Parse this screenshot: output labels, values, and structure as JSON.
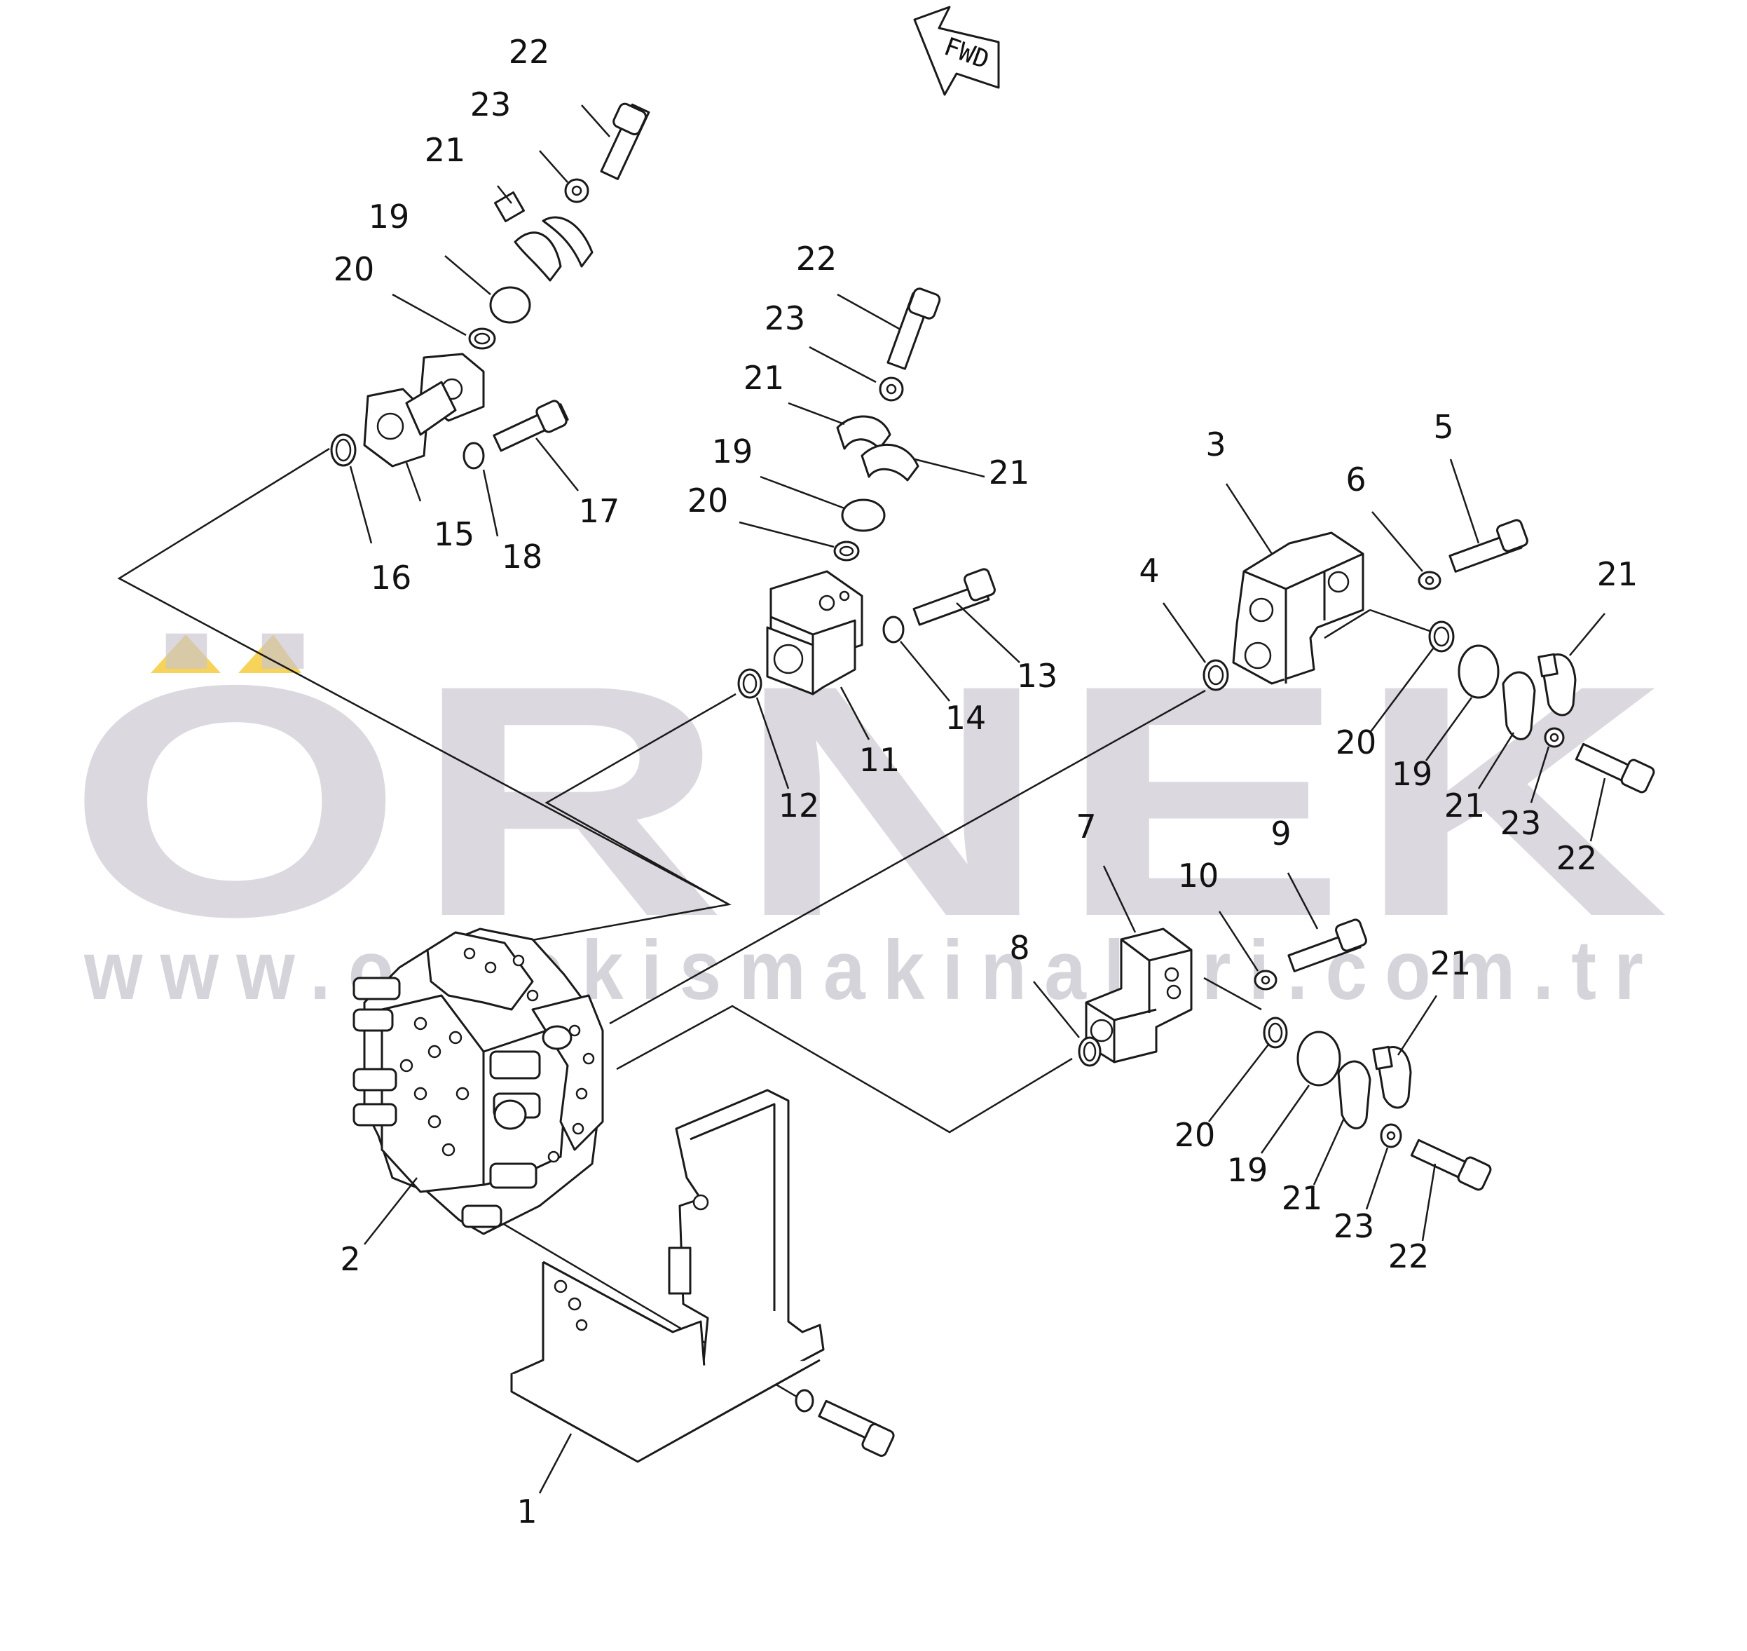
{
  "watermark": {
    "brand": "ÖRNEK",
    "url": "www.ornekismakinalari.com.tr",
    "accent_color": "#f7d35a",
    "text_color": "#c9c6cf"
  },
  "direction_marker": {
    "label": "FWD"
  },
  "callouts": [
    {
      "n": "22"
    },
    {
      "n": "23"
    },
    {
      "n": "21"
    },
    {
      "n": "19"
    },
    {
      "n": "20"
    },
    {
      "n": "15"
    },
    {
      "n": "16"
    },
    {
      "n": "18"
    },
    {
      "n": "17"
    },
    {
      "n": "22"
    },
    {
      "n": "23"
    },
    {
      "n": "21"
    },
    {
      "n": "21"
    },
    {
      "n": "19"
    },
    {
      "n": "20"
    },
    {
      "n": "11"
    },
    {
      "n": "12"
    },
    {
      "n": "14"
    },
    {
      "n": "13"
    },
    {
      "n": "3"
    },
    {
      "n": "4"
    },
    {
      "n": "5"
    },
    {
      "n": "6"
    },
    {
      "n": "20"
    },
    {
      "n": "19"
    },
    {
      "n": "21"
    },
    {
      "n": "21"
    },
    {
      "n": "23"
    },
    {
      "n": "22"
    },
    {
      "n": "7"
    },
    {
      "n": "8"
    },
    {
      "n": "9"
    },
    {
      "n": "10"
    },
    {
      "n": "20"
    },
    {
      "n": "19"
    },
    {
      "n": "21"
    },
    {
      "n": "21"
    },
    {
      "n": "23"
    },
    {
      "n": "22"
    },
    {
      "n": "2"
    },
    {
      "n": "1"
    }
  ]
}
